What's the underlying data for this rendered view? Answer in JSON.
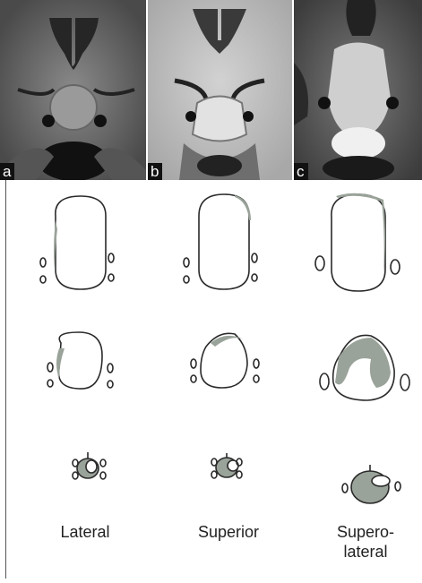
{
  "panels": [
    {
      "letter": "a"
    },
    {
      "letter": "b"
    },
    {
      "letter": "c"
    }
  ],
  "columns": [
    {
      "label_line1": "Lateral",
      "label_line2": ""
    },
    {
      "label_line1": "Superior",
      "label_line2": ""
    },
    {
      "label_line1": "Supero-",
      "label_line2": "lateral"
    }
  ],
  "colors": {
    "tumor_fill": "#9aa39a",
    "outline": "#2a2a2a",
    "background": "#ffffff",
    "mri_dark": "#2b2b2b"
  }
}
